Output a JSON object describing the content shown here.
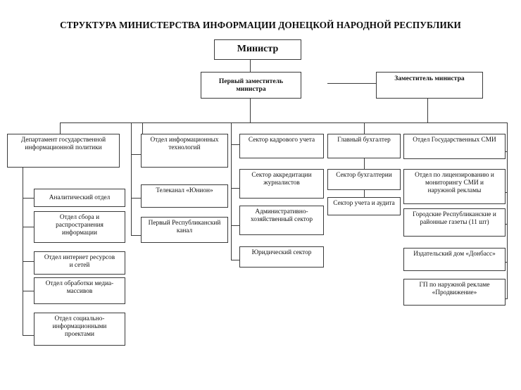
{
  "document": {
    "title": "СТРУКТУРА МИНИСТЕРСТВА ИНФОРМАЦИИ ДОНЕЦКОЙ НАРОДНОЙ РЕСПУБЛИКИ",
    "type": "organizational-chart",
    "line_color": "#3a3a3a",
    "box_fill": "#ffffff"
  },
  "chart_data": {
    "type": "diagram",
    "title": "СТРУКТУРА МИНИСТЕРСТВА ИНФОРМАЦИИ ДОНЕЦКОЙ НАРОДНОЙ РЕСПУБЛИКИ",
    "levels": [
      {
        "level": 1,
        "nodes": [
          "Министр"
        ]
      },
      {
        "level": 2,
        "nodes": [
          "Первый заместитель министра",
          "Заместитель министра"
        ]
      },
      {
        "level": 3,
        "nodes": [
          "Департамент государственной информационной политики",
          "Отдел информационных технологий",
          "Сектор кадрового учета",
          "Главный бухгалтер",
          "Отдел Государственных СМИ"
        ]
      }
    ]
  },
  "top": {
    "minister": "Министр",
    "first_deputy": "Первый заместитель\nминистра",
    "first_deputy_l1": "Первый заместитель",
    "first_deputy_l2": "министра",
    "deputy": "Заместитель министра"
  },
  "columns": {
    "col1": {
      "head": {
        "l1": "Департамент государственной",
        "l2": "информационной политики"
      },
      "items": [
        {
          "l1": "Аналитический отдел",
          "l2": "",
          "l3": ""
        },
        {
          "l1": "Отдел сбора и",
          "l2": "распространения",
          "l3": "информации"
        },
        {
          "l1": "Отдел интернет ресурсов",
          "l2": "и сетей",
          "l3": ""
        },
        {
          "l1": "Отдел обработки медиа-",
          "l2": "массивов",
          "l3": ""
        },
        {
          "l1": "Отдел социально-",
          "l2": "информационными",
          "l3": "проектами"
        }
      ]
    },
    "col2": {
      "items": [
        {
          "l1": "Отдел информационных",
          "l2": "технологий"
        },
        {
          "l1": "Телеканал «Юнион»",
          "l2": ""
        },
        {
          "l1": "Первый Республиканский",
          "l2": "канал"
        }
      ]
    },
    "col3": {
      "items": [
        {
          "l1": "Сектор кадрового учета",
          "l2": ""
        },
        {
          "l1": "Сектор аккредитации",
          "l2": "журналистов"
        },
        {
          "l1": "Административно-",
          "l2": "хозяйственный сектор"
        },
        {
          "l1": "Юридический сектор",
          "l2": ""
        }
      ]
    },
    "col4": {
      "items": [
        {
          "l1": "Главный бухгалтер",
          "l2": ""
        },
        {
          "l1": "Сектор бухгалтерии",
          "l2": ""
        },
        {
          "l1": "Сектор учета и аудита",
          "l2": ""
        }
      ]
    },
    "col5": {
      "items": [
        {
          "l1": "Отдел Государственных СМИ",
          "l2": "",
          "l3": ""
        },
        {
          "l1": "Отдел по лицензированию и",
          "l2": "мониторингу СМИ и",
          "l3": "наружной рекламы"
        },
        {
          "l1": "Городские Республиканские и",
          "l2": "районные газеты (11 шт)",
          "l3": ""
        },
        {
          "l1": "Издательский дом «Донбасс»",
          "l2": "",
          "l3": ""
        },
        {
          "l1": "ГП по наружной рекламе",
          "l2": "«Продвижение»",
          "l3": ""
        }
      ]
    }
  }
}
